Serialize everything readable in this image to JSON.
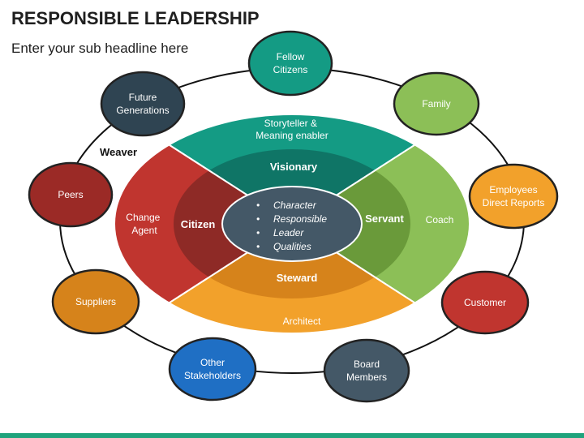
{
  "title": "RESPONSIBLE LEADERSHIP",
  "subtitle": "Enter your sub headline here",
  "colors": {
    "teal": "#149b84",
    "teal_dark": "#0f7566",
    "red": "#c0352f",
    "red_dark": "#8e2a26",
    "green": "#8cbf57",
    "green_dark": "#6a9a3a",
    "orange": "#f2a12b",
    "orange_dark": "#d6831b",
    "center": "#445867",
    "accent_bar": "#1fa37c"
  },
  "outer_ring_label": "Weaver",
  "rings": {
    "outer": {
      "top": [
        "Storyteller &",
        "Meaning enabler"
      ],
      "left": [
        "Change",
        "Agent"
      ],
      "right": [
        "Coach"
      ],
      "bottom": [
        "Architect"
      ]
    },
    "inner": {
      "top": "Visionary",
      "left": "Citizen",
      "right": "Servant",
      "bottom": "Steward"
    }
  },
  "center_bullets": [
    "Character",
    "Responsible",
    "Leader",
    "Qualities"
  ],
  "satellites": [
    {
      "id": "fellow-citizens",
      "lines": [
        "Fellow",
        "Citizens"
      ],
      "color": "#149b84"
    },
    {
      "id": "family",
      "lines": [
        "Family"
      ],
      "color": "#8cbf57"
    },
    {
      "id": "employees",
      "lines": [
        "Employees",
        "Direct Reports"
      ],
      "color": "#f2a12b"
    },
    {
      "id": "customer",
      "lines": [
        "Customer"
      ],
      "color": "#c0352f"
    },
    {
      "id": "board-members",
      "lines": [
        "Board",
        "Members"
      ],
      "color": "#445867"
    },
    {
      "id": "other-stakeholders",
      "lines": [
        "Other",
        "Stakeholders"
      ],
      "color": "#1f6fc4"
    },
    {
      "id": "suppliers",
      "lines": [
        "Suppliers"
      ],
      "color": "#d6831b"
    },
    {
      "id": "peers",
      "lines": [
        "Peers"
      ],
      "color": "#9b2a26"
    },
    {
      "id": "future-generations",
      "lines": [
        "Future",
        "Generations"
      ],
      "color": "#2f4452"
    }
  ]
}
